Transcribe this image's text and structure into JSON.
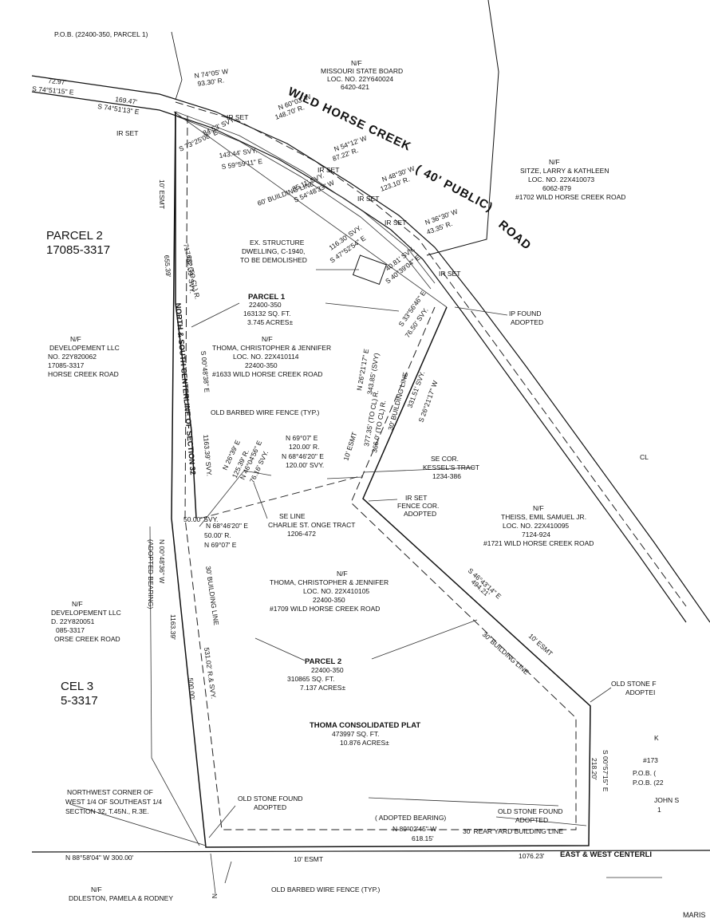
{
  "plat": {
    "title": "THOMA CONSOLIDATED PLAT",
    "area_sqft": "473997 SQ. FT.",
    "area_acres": "10.876 ACRES±",
    "road_name_1": "WILD HORSE CREEK",
    "road_name_2": "( 40' PUBLIC)",
    "road_name_3": "ROAD",
    "pob_top": "P.O.B. (22400-350, PARCEL 1)",
    "watermark": "MARIS"
  },
  "parcel1": {
    "name": "PARCEL 1",
    "loc": "22400-350",
    "sqft": "163132 SQ. FT.",
    "acres": "3.745 ACRES±"
  },
  "parcel2_label": {
    "name": "PARCEL 2",
    "loc": "22400-350",
    "sqft": "310865 SQ. FT.",
    "acres": "7.137 ACRES±"
  },
  "owners": {
    "missouri": [
      "N/F",
      "MISSOURI STATE BOARD",
      "LOC. NO. 22Y640024",
      "6420-421"
    ],
    "sitze": [
      "N/F",
      "SITZE, LARRY & KATHLEEN",
      "LOC. NO. 22X410073",
      "6062-879",
      "#1702 WILD HORSE CREEK ROAD"
    ],
    "thoma1": [
      "N/F",
      "THOMA, CHRISTOPHER & JENNIFER",
      "LOC. NO. 22X410114",
      "22400-350",
      "#1633 WILD HORSE CREEK ROAD"
    ],
    "thoma2": [
      "N/F",
      "THOMA, CHRISTOPHER & JENNIFER",
      "LOC. NO. 22X410105",
      "22400-350",
      "#1709 WILD HORSE CREEK ROAD"
    ],
    "theiss": [
      "N/F",
      "THEISS, EMIL SAMUEL JR.",
      "LOC. NO. 22X410095",
      "7124-924",
      "#1721 WILD HORSE CREEK ROAD"
    ],
    "dev1": [
      "N/F",
      "DEVELOPEMENT LLC",
      "NO. 22Y820062",
      "17085-3317",
      "HORSE CREEK ROAD"
    ],
    "dev2": [
      "N/F",
      "DEVELOPEMENT LLC",
      "D. 22Y820051",
      "085-3317",
      "ORSE CREEK ROAD"
    ],
    "bottom": [
      "N/F",
      "DDLESTON, PAMELA & RODNEY"
    ],
    "left_parcel2": [
      "PARCEL 2",
      "17085-3317"
    ],
    "left_parcel3": [
      "CEL 3",
      "5-3317"
    ]
  },
  "notes": {
    "ex_structure": [
      "EX. STRUCTURE",
      "DWELLING, C-1940,",
      "TO BE DEMOLISHED"
    ],
    "barbed_fence": "OLD BARBED WIRE FENCE (TYP.)",
    "barbed_fence_bottom": "OLD BARBED WIRE FENCE (TYP.)",
    "se_cor": [
      "SE COR.",
      "KESSEL'S TRACT",
      "1234-386"
    ],
    "se_line": [
      "SE LINE",
      "CHARLIE ST. ONGE TRACT",
      "1206-472"
    ],
    "ir_set_fence": [
      "IR SET",
      "FENCE COR.",
      "ADOPTED"
    ],
    "ip_found": [
      "IP FOUND",
      "ADOPTED"
    ],
    "old_stone_left": [
      "OLD STONE FOUND",
      "ADOPTED"
    ],
    "old_stone_right": [
      "OLD STONE FOUND",
      "ADOPTED"
    ],
    "old_stone_edge": [
      "OLD STONE F",
      "ADOPTEI"
    ],
    "nw_corner": [
      "NORTHWEST CORNER OF",
      "WEST 1/4 OF SOUTHEAST 1/4",
      "SECTION 32, T.45N., R.3E."
    ],
    "cl": "CL",
    "pob_right": [
      "#173",
      "P.O.B. (",
      "P.O.B. (22",
      "JOHN S",
      "1"
    ],
    "k_label": "K",
    "ir_set": "IR SET"
  },
  "bearings": {
    "centerline": "NORTH & SOUTH CENTERLINE OF SECTION 32",
    "adopted_bearing_v": "(ADOPTED BEARING)",
    "west_bearing": "N 00°48'36\" W",
    "west_dist": "1163.39'",
    "west_inner": "S 00°48'38\" E",
    "west_inner_dist": "1163.39' SVY.",
    "adopted_bearing_h": "( ADOPTED BEARING)",
    "south_bearing": "N 89°02'45\" W",
    "south_dist": "618.15'",
    "rear_yard": "30' REAR YARD BUILDING LINE",
    "ew_centerline": "EAST & WEST CENTERLI",
    "west_ext": "N 88°58'04\" W    300.00'",
    "total_south": "1076.23'",
    "esmt_bottom": "10' ESMT",
    "east_bearing": "S 00°57'15\" E",
    "east_dist": "218.20'",
    "diag_bearing": "S 46°43'14\" E",
    "diag_dist": "494.21'",
    "bldg_line_diag": "30' BUILDING LINE",
    "esmt_diag": "10' ESMT",
    "n69_1": "N 69°07' E",
    "n69_2": "120.00' R.",
    "n68_1": "N 68°46'20\" E",
    "n68_2": "120.00' SVY.",
    "mid_a": "N 26°39' E",
    "mid_b": "125.39' R.",
    "mid_c": "N 46°04'56\" E",
    "mid_d": "76.16' SVY.",
    "left_50a": "50.00' SVY.",
    "left_50b": "N 68°46'20\" E",
    "left_50c": "50.00' R.",
    "left_50d": "N 69°07' E",
    "bldg30_west": "30' BUILDING LINE",
    "svy531": "531.02' R.& SVY.",
    "d500": "500.00'",
    "d655": "655.39'",
    "d632": "632.39' SVY.",
    "d717": "717.00' (TO CL) R.",
    "esmt_top": "10' ESMT",
    "bldg60": "60' BUILDING LINE",
    "top_a": "N 74°05' W",
    "top_b": "93.30' R.",
    "top_c": "N 60°03' W",
    "top_d": "148.70' R.",
    "top_e": "N 54°12' W",
    "top_f": "87.22' R.",
    "top_g": "N 48°30' W",
    "top_h": "123.10' R.",
    "top_i": "N 36°30' W",
    "top_j": "43.35' R.",
    "far_left_a": "72.97'",
    "far_left_b": "S 74°51'15\" E",
    "far_left_c": "169.47'",
    "far_left_d": "S 74°51'13\" E",
    "svy_a": "84.53' SVY.",
    "svy_b": "S 73°25'08\" E",
    "svy_c": "143.44' SVY.",
    "svy_d": "S 59°59'11\" E",
    "svy_e": "85.11' SVY.",
    "svy_f": "S 54°48'33\" W",
    "svy_g": "116.30' SVY.",
    "svy_h": "S 47°52'54\" E",
    "svy_i": "40.81' SVY.",
    "svy_j": "S 40°39'04\" E",
    "svy_k": "S 33°56'46\" E",
    "svy_l": "76.50' SVY.",
    "mid_v1": "N 26°21'17\" E",
    "mid_v2": "377.35' (TO CL) R.",
    "mid_v3": "343.85' (SVY)",
    "mid_v4": "366.0' (TO CL) R.",
    "mid_v5": "30' BUILDING LINE",
    "mid_v6": "10' ESMT",
    "mid_v7": "331.51' SVY.",
    "mid_v8": "S 26°21'17\" W",
    "bottom_n": "N"
  }
}
